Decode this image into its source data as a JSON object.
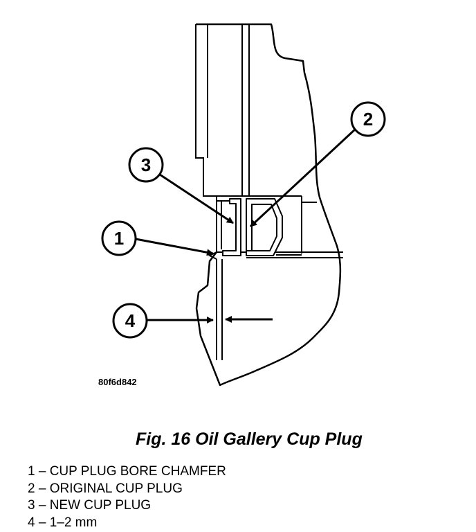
{
  "figure": {
    "code": "80f6d842",
    "caption": "Fig. 16 Oil Gallery Cup Plug"
  },
  "callouts": [
    {
      "number": "1",
      "label": "CUP PLUG BORE CHAMFER"
    },
    {
      "number": "2",
      "label": "ORIGINAL CUP PLUG"
    },
    {
      "number": "3",
      "label": "NEW CUP PLUG"
    },
    {
      "number": "4",
      "label": "1–2 mm"
    }
  ],
  "legend": [
    "1 – CUP PLUG BORE CHAMFER",
    "2 – ORIGINAL CUP PLUG",
    "3 – NEW CUP PLUG",
    "4 – 1–2 mm"
  ],
  "colors": {
    "line": "#000000",
    "background": "#ffffff"
  }
}
